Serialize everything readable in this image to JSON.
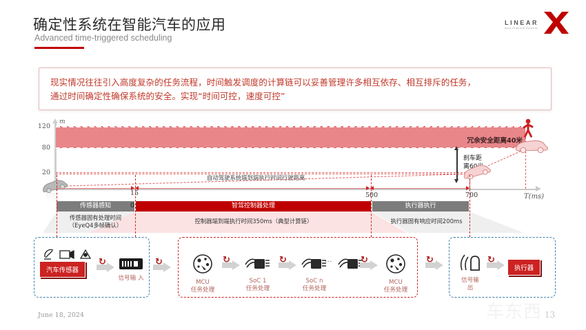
{
  "header": {
    "title": "确定性系统在智能汽车的应用",
    "subtitle": "Advanced time-triggered scheduling",
    "logo_word": "LINEAR",
    "logo_tagline": "Auto Platform Solution",
    "logo_mark": "X",
    "accent_color": "#c00000"
  },
  "callout": {
    "line1": "现实情况往往引入高度复杂的任务流程，时间触发调度的计算链可以妥善管理许多相互依存、相互排斥的任务，",
    "line2": "通过时间确定性确保系统的安全。实现“时间可控，速度可控”",
    "text_color": "#c0392b"
  },
  "chart_data": {
    "type": "line",
    "title": "",
    "xlabel": "T(ms)",
    "ylabel": "m",
    "xlim": [
      0,
      820
    ],
    "ylim": [
      0,
      130
    ],
    "yticks": [
      "120",
      "80",
      "20"
    ],
    "ytick_values": [
      120,
      80,
      20
    ],
    "xticks": [
      "0",
      "15",
      "500",
      "700"
    ],
    "xtick_values": [
      0,
      15,
      500,
      700
    ],
    "grid": true,
    "bands": [
      {
        "name": "冗余安全距离40米",
        "y_from": 80,
        "y_to": 120,
        "color": "#e8868a",
        "label": "冗余安全距离40米"
      }
    ],
    "annotations": [
      {
        "name": "braking-distance",
        "label_line1": "刹车距",
        "label_line2": "离60米",
        "y_from": 20,
        "y_to": 80,
        "value": 60,
        "unit": "米"
      },
      {
        "name": "e2e-travel-distance",
        "label": "自动驾驶系统端到端执行时间行驶距离"
      }
    ],
    "series": [
      {
        "name": "vehicle-trajectory",
        "points": [
          {
            "x": 0,
            "y": 2
          },
          {
            "x": 700,
            "y": 20
          },
          {
            "x": 790,
            "y": 80
          }
        ]
      }
    ],
    "markers": [
      {
        "name": "ego-car-start",
        "x": 0,
        "y": 2,
        "icon": "car-grey"
      },
      {
        "name": "car-at-700ms",
        "x": 700,
        "y": 20,
        "icon": "car-pink"
      },
      {
        "name": "car-at-impact",
        "x": 790,
        "y": 80,
        "icon": "car-pink"
      },
      {
        "name": "pedestrian",
        "x": 790,
        "y": 120,
        "icon": "pedestrian-red"
      }
    ]
  },
  "timeline": {
    "segments": [
      {
        "name": "sensor-perception",
        "label": "传感器感知",
        "sub": "传感器固有处理时间",
        "sub2": "（EyeQ4多帧确认）",
        "color": "#7c7c7c",
        "start_ms": -150,
        "end_ms": 0
      },
      {
        "name": "ad-controller-processing",
        "label": "智驾控制器处理",
        "sub": "控制器端到端执行时间350ms（典型计算链）",
        "sub2": "",
        "color": "#c00000",
        "start_ms": 0,
        "end_ms": 500
      },
      {
        "name": "actuator-execution",
        "label": "执行器执行",
        "sub": "执行器固有响应时间200ms",
        "sub2": "",
        "color": "#7c7c7c",
        "start_ms": 500,
        "end_ms": 700
      }
    ]
  },
  "flow": {
    "groups": [
      {
        "name": "sensor-input-group",
        "style": "blue",
        "nodes": [
          {
            "name": "vehicle-sensors",
            "icon": "sensor-icons",
            "tag": "汽车传感器",
            "label": ""
          },
          {
            "name": "signal-input",
            "icon": "signal-input-icon",
            "label": "信号输\n入"
          }
        ]
      },
      {
        "name": "compute-chain-group",
        "style": "red",
        "nodes": [
          {
            "name": "mcu-task-1",
            "icon": "mcu-icon",
            "label": "MCU\n任务处理"
          },
          {
            "name": "soc-1-task",
            "icon": "soc-icon",
            "label": "SoC 1\n任务处理"
          },
          {
            "name": "soc-n-task",
            "icon": "soc-icon",
            "label": "SoC n\n任务处理"
          },
          {
            "name": "mcu-task-2",
            "icon": "mcu-icon",
            "label": "MCU\n任务处理"
          }
        ],
        "ellipsis": "..."
      },
      {
        "name": "actuator-output-group",
        "style": "blue",
        "nodes": [
          {
            "name": "signal-output",
            "icon": "signal-output-icon",
            "label": "信号输\n出"
          },
          {
            "name": "actuator",
            "icon": "",
            "tag": "执行器",
            "label": ""
          }
        ]
      }
    ],
    "connector_icon": "lightning-icon",
    "arrow_icon": "arrow-right-icon"
  },
  "footer": {
    "date": "June 18, 2024",
    "page_number": "13",
    "watermark": "车东西"
  }
}
